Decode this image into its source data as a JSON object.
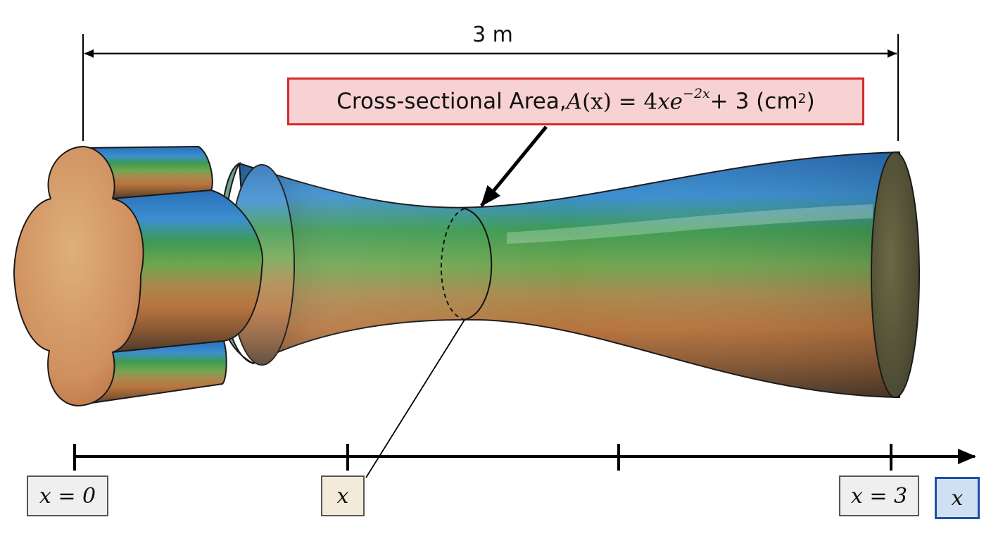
{
  "dimension_label": "3 m",
  "area_label": {
    "prefix": "Cross-sectional Area, ",
    "func": "A",
    "arg": "(x)",
    "eq": " = 4",
    "var": "xe",
    "exp": "−2x",
    "suffix": " + 3 (cm",
    "unit_sup": "2",
    "close": ")"
  },
  "axis_labels": {
    "start": "x = 0",
    "mid": "x",
    "end": "x = 3",
    "axis": "x"
  },
  "colors": {
    "label_box_fill": "#f8d2d2",
    "label_box_border": "#d42a2a",
    "axis_label_fill": "#cfe0f3",
    "axis_label_border": "#1f4fa8",
    "end_cap": "#d49a68"
  }
}
